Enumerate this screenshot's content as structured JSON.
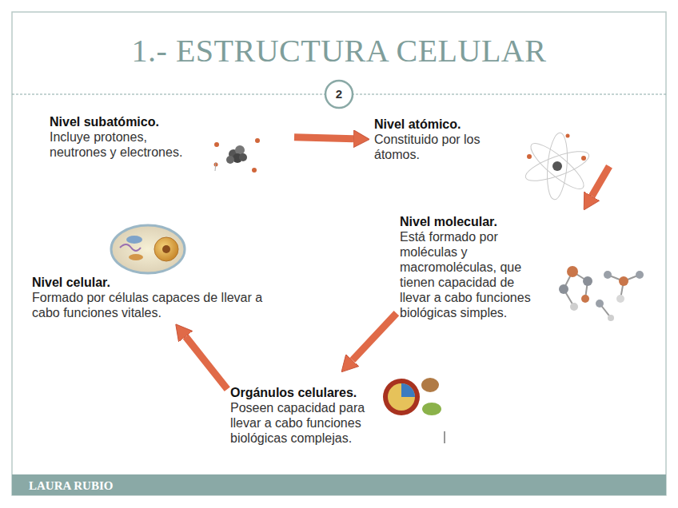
{
  "diagram": {
    "title": "1.- ESTRUCTURA CELULAR",
    "nodes": [
      {
        "text": [
          "Nivel subatómico.",
          "Incluye protones, neutrones y electrones."
        ]
      },
      {
        "text": [
          "Nivel atómico.",
          "Constituido por los átomos."
        ]
      },
      {
        "text": [
          "Nivel molecular.",
          "Está formado por moléculas y macromoléculas, que tienen capacidad de llevar a cabo funciones biológicas simples."
        ]
      },
      {
        "text": [
          "Orgánulos celulares.",
          "Poseen capacidad para llevar a cabo funciones biológicas complejas."
        ]
      },
      {
        "text": [
          "Nivel celular.",
          "Formado por células capaces de llevar a cabo funciones vitales."
        ]
      }
    ],
    "edges": [
      {
        "from": 0,
        "to": 1,
        "arrow": "to"
      },
      {
        "from": 1,
        "to": 2,
        "arrow": "to"
      },
      {
        "from": 2,
        "to": 3,
        "arrow": "to"
      },
      {
        "from": 3,
        "to": 4,
        "arrow": "to"
      }
    ],
    "labels": [
      "2",
      "LAURA RUBIO"
    ]
  }
}
